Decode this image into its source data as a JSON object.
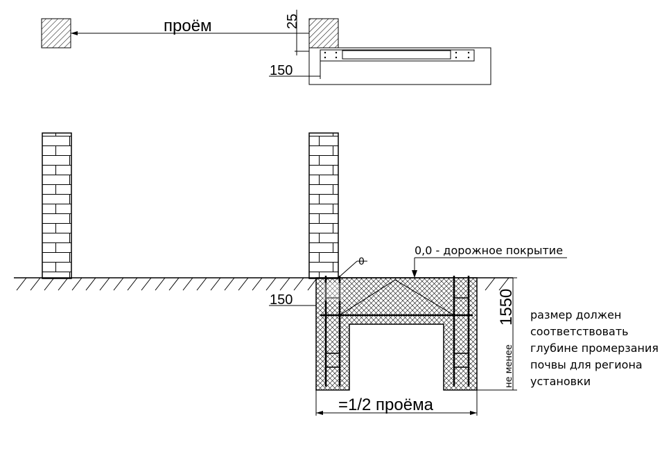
{
  "labels": {
    "opening": "проём",
    "dim_25": "25",
    "dim_150_top": "150",
    "dim_150_side": "150",
    "zero_mark": "0",
    "road_level": "0,0  - дорожное покрытие",
    "depth_1550": "1550",
    "not_less": "не менее",
    "half_opening": "=1/2 проёма",
    "note_lines": [
      "размер должен",
      "соответствовать",
      "глубине промерзания",
      "почвы для региона",
      "установки"
    ]
  }
}
